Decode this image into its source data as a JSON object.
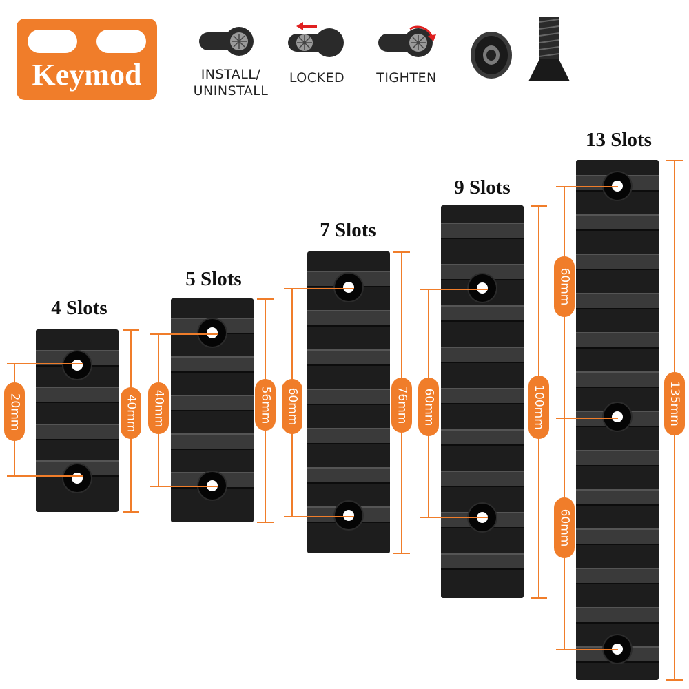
{
  "header": {
    "logo_text": "Keymod",
    "steps": [
      {
        "label": "INSTALL/\nUNINSTALL",
        "icon": "keymod-slot-screw-icon"
      },
      {
        "label": "LOCKED",
        "icon": "keymod-locked-arrow-icon"
      },
      {
        "label": "TIGHTEN",
        "icon": "keymod-tighten-rotate-icon"
      }
    ],
    "hardware_icons": [
      "t-nut-icon",
      "screw-icon"
    ]
  },
  "rails": [
    {
      "title": "4 Slots",
      "length_label": "40mm",
      "hole_spacing_labels": [
        "20mm"
      ]
    },
    {
      "title": "5 Slots",
      "length_label": "56mm",
      "hole_spacing_labels": [
        "40mm"
      ]
    },
    {
      "title": "7 Slots",
      "length_label": "76mm",
      "hole_spacing_labels": [
        "60mm"
      ]
    },
    {
      "title": "9 Slots",
      "length_label": "100mm",
      "hole_spacing_labels": [
        "60mm"
      ]
    },
    {
      "title": "13 Slots",
      "length_label": "135mm",
      "hole_spacing_labels": [
        "60mm",
        "60mm"
      ]
    }
  ],
  "colors": {
    "accent": "#f07d2a",
    "rail": "#1d1d1d"
  }
}
